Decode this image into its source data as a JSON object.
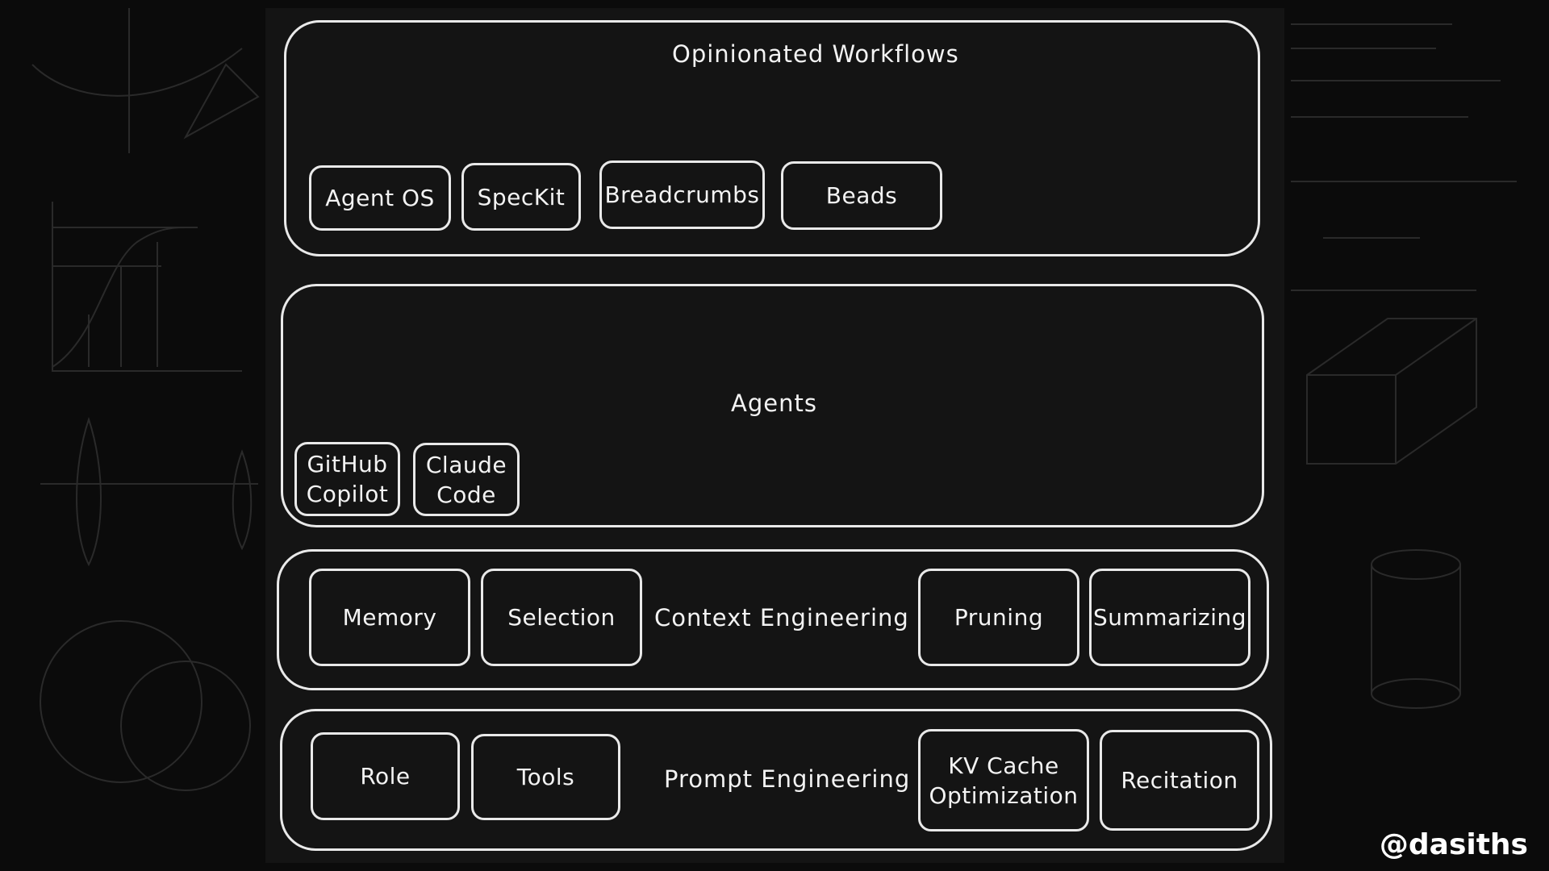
{
  "layers": {
    "workflows": {
      "title": "Opinionated Workflows",
      "items": [
        "Agent OS",
        "SpecKit",
        "Breadcrumbs",
        "Beads"
      ]
    },
    "agents": {
      "title": "Agents",
      "items": [
        "GitHub\nCopilot",
        "Claude\nCode"
      ]
    },
    "context": {
      "title": "Context Engineering",
      "items": [
        "Memory",
        "Selection",
        "Pruning",
        "Summarizing"
      ]
    },
    "prompt": {
      "title": "Prompt Engineering",
      "items": [
        "Role",
        "Tools",
        "KV Cache\nOptimization",
        "Recitation"
      ]
    }
  },
  "watermark": "@dasiths",
  "colors": {
    "background": "#0b0b0b",
    "panel": "#141414",
    "stroke": "#e9e9e9",
    "text": "#f3f3f3"
  }
}
